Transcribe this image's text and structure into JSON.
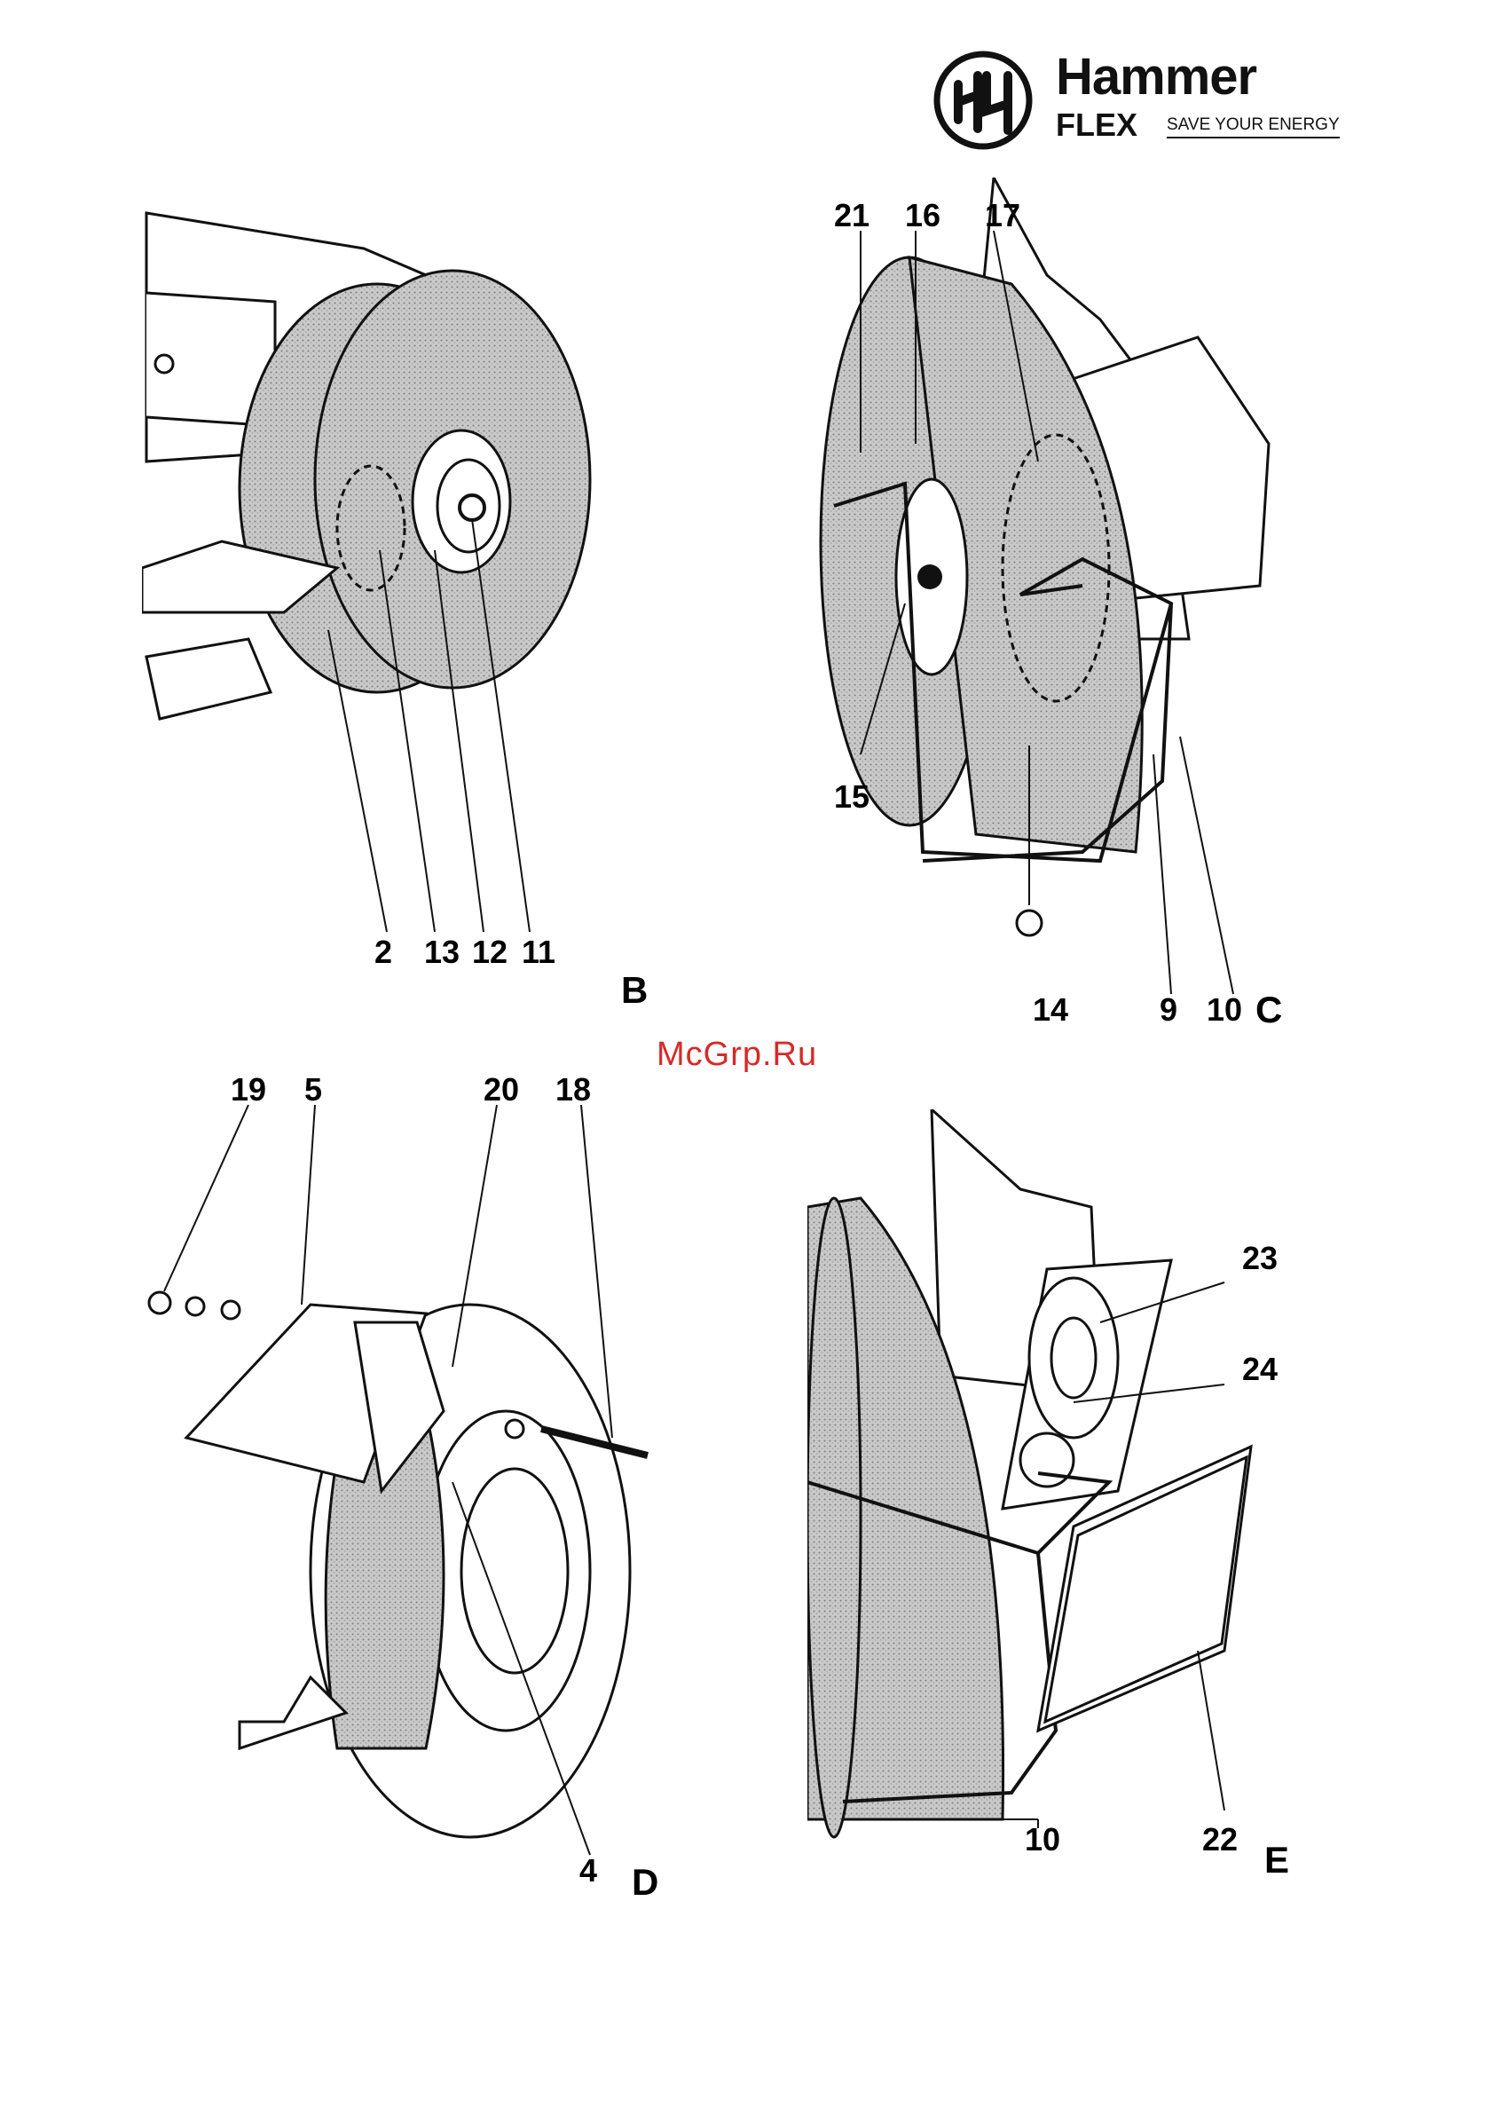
{
  "logo": {
    "brand": "Hammer",
    "sub": "FLEX",
    "tagline": "SAVE YOUR ENERGY"
  },
  "watermark": "McGrp.Ru",
  "figures": {
    "B": {
      "letter": "B",
      "callouts": [
        "2",
        "13",
        "12",
        "11"
      ]
    },
    "C": {
      "letter": "C",
      "callouts": [
        "21",
        "16",
        "17",
        "15",
        "14",
        "9",
        "10"
      ]
    },
    "D": {
      "letter": "D",
      "callouts": [
        "19",
        "5",
        "20",
        "18",
        "4"
      ]
    },
    "E": {
      "letter": "E",
      "callouts": [
        "23",
        "24",
        "10",
        "22"
      ]
    }
  },
  "colors": {
    "ink": "#111111",
    "stone": "#9a9a9a",
    "watermark": "#d62a2a"
  }
}
